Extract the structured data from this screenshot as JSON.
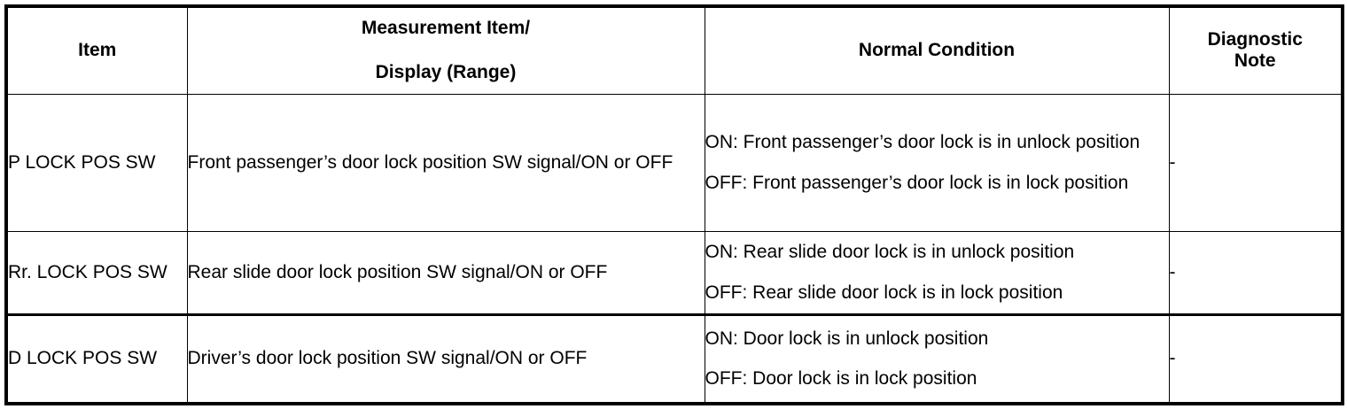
{
  "table": {
    "columns": [
      {
        "key": "item",
        "label": "Item"
      },
      {
        "key": "measurement",
        "label_line1": "Measurement Item/",
        "label_line2": "Display (Range)"
      },
      {
        "key": "condition",
        "label": "Normal Condition"
      },
      {
        "key": "note",
        "label_line1": "Diagnostic",
        "label_line2": "Note"
      }
    ],
    "rows": [
      {
        "item": "P LOCK POS SW",
        "measurement": "Front passenger’s door lock position SW signal/ON or OFF",
        "condition_on": "ON: Front passenger’s door lock is in unlock position",
        "condition_off": "OFF: Front passenger’s door lock is in lock position",
        "note": "-"
      },
      {
        "item": "Rr. LOCK POS SW",
        "measurement": "Rear slide door lock position SW signal/ON or OFF",
        "condition_on": "ON: Rear slide door lock is in unlock position",
        "condition_off": "OFF: Rear slide door lock is in lock position",
        "note": "-"
      },
      {
        "item": "D LOCK POS SW",
        "measurement": "Driver’s door lock position SW signal/ON or OFF",
        "condition_on": "ON: Door lock is in unlock position",
        "condition_off": "OFF: Door lock is in lock position",
        "note": "-"
      }
    ]
  },
  "colors": {
    "border": "#000000",
    "text": "#000000",
    "background": "#ffffff"
  }
}
